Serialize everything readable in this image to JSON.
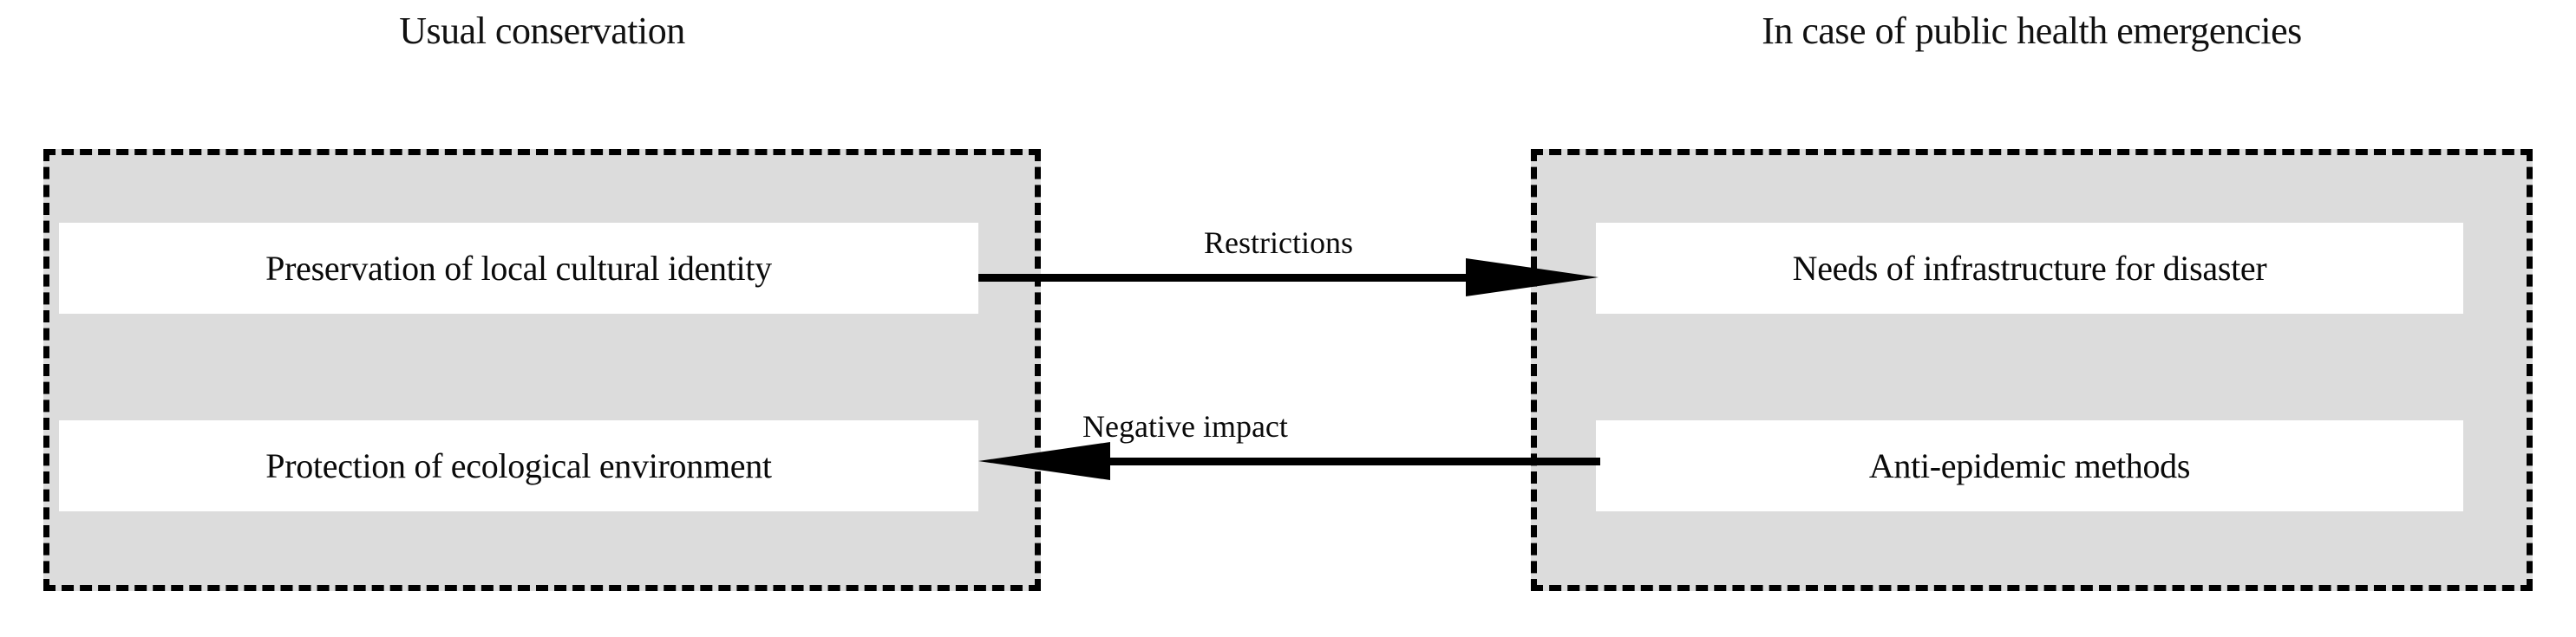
{
  "diagram": {
    "type": "two-panel flow diagram",
    "background_color": "#ffffff",
    "panel_fill_color": "#dcdcdc",
    "panel_border_color": "#000000",
    "panel_border_style": "dashed",
    "chip_fill_color": "#ffffff",
    "text_color": "#000000"
  },
  "panels": [
    {
      "id": "left",
      "title": "Usual conservation",
      "items": [
        {
          "label": "Preservation of local cultural identity"
        },
        {
          "label": "Protection of ecological environment"
        }
      ]
    },
    {
      "id": "right",
      "title": "In case of public health emergencies",
      "items": [
        {
          "label": "Needs of infrastructure for disaster"
        },
        {
          "label": "Anti-epidemic methods"
        }
      ]
    }
  ],
  "connections": [
    {
      "id": "restrictions",
      "label": "Restrictions",
      "from": "Preservation of local cultural identity",
      "to": "Needs of infrastructure for disaster",
      "direction": "left-to-right",
      "arrowhead": "solid-triangle"
    },
    {
      "id": "negative-impact",
      "label": "Negative impact",
      "from": "Anti-epidemic methods",
      "to": "Protection of ecological environment",
      "direction": "right-to-left",
      "arrowhead": "solid-triangle"
    }
  ]
}
